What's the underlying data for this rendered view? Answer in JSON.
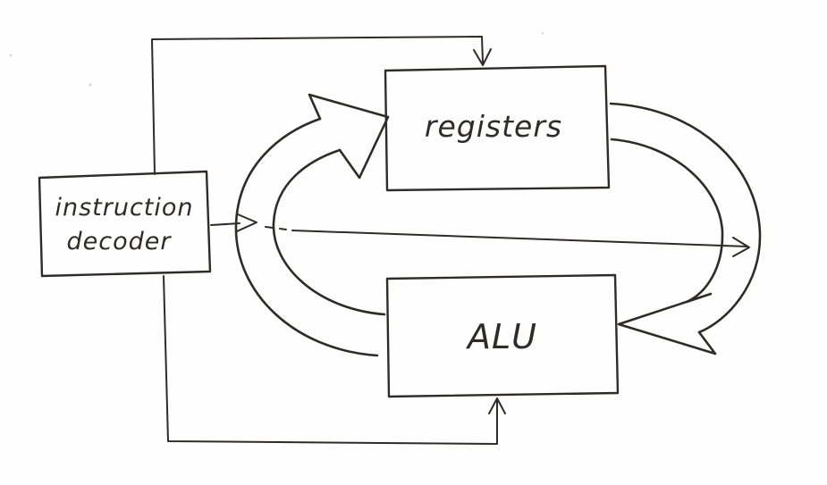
{
  "diagram": {
    "description": "Hand-drawn CPU datapath block diagram: instruction decoder feeding registers and ALU, with a wide data loop between registers and ALU",
    "nodes": {
      "instruction_decoder": {
        "line1": "instruction",
        "line2": "decoder"
      },
      "registers": {
        "label": "registers"
      },
      "alu": {
        "label": "ALU"
      }
    },
    "edges": [
      {
        "from": "instruction decoder",
        "to": "registers",
        "route": "up from decoder top, along the page top, arrow down into top of registers",
        "style": "thin-line-arrow"
      },
      {
        "from": "instruction decoder",
        "to": "ALU",
        "route": "down from decoder bottom, along the page bottom, arrow up into bottom of ALU",
        "style": "thin-line-arrow"
      },
      {
        "from": "instruction decoder",
        "to": "far right",
        "route": "horizontal through the middle of the loop, short open arrowhead then dashed gap, long arrow ending at the right side",
        "style": "thin-line-arrow-with-dashed-gap"
      },
      {
        "from": "ALU",
        "to": "registers",
        "route": "wide hollow arrow curving up the left side of the loop into the left edge of registers",
        "style": "wide-hollow-arrow"
      },
      {
        "from": "registers",
        "to": "ALU",
        "route": "wide hollow arrow curving down the right side of the loop into the right edge of ALU",
        "style": "wide-hollow-arrow"
      }
    ],
    "colors": {
      "ink": "#2e2b28",
      "paper": "#fefefe"
    }
  }
}
